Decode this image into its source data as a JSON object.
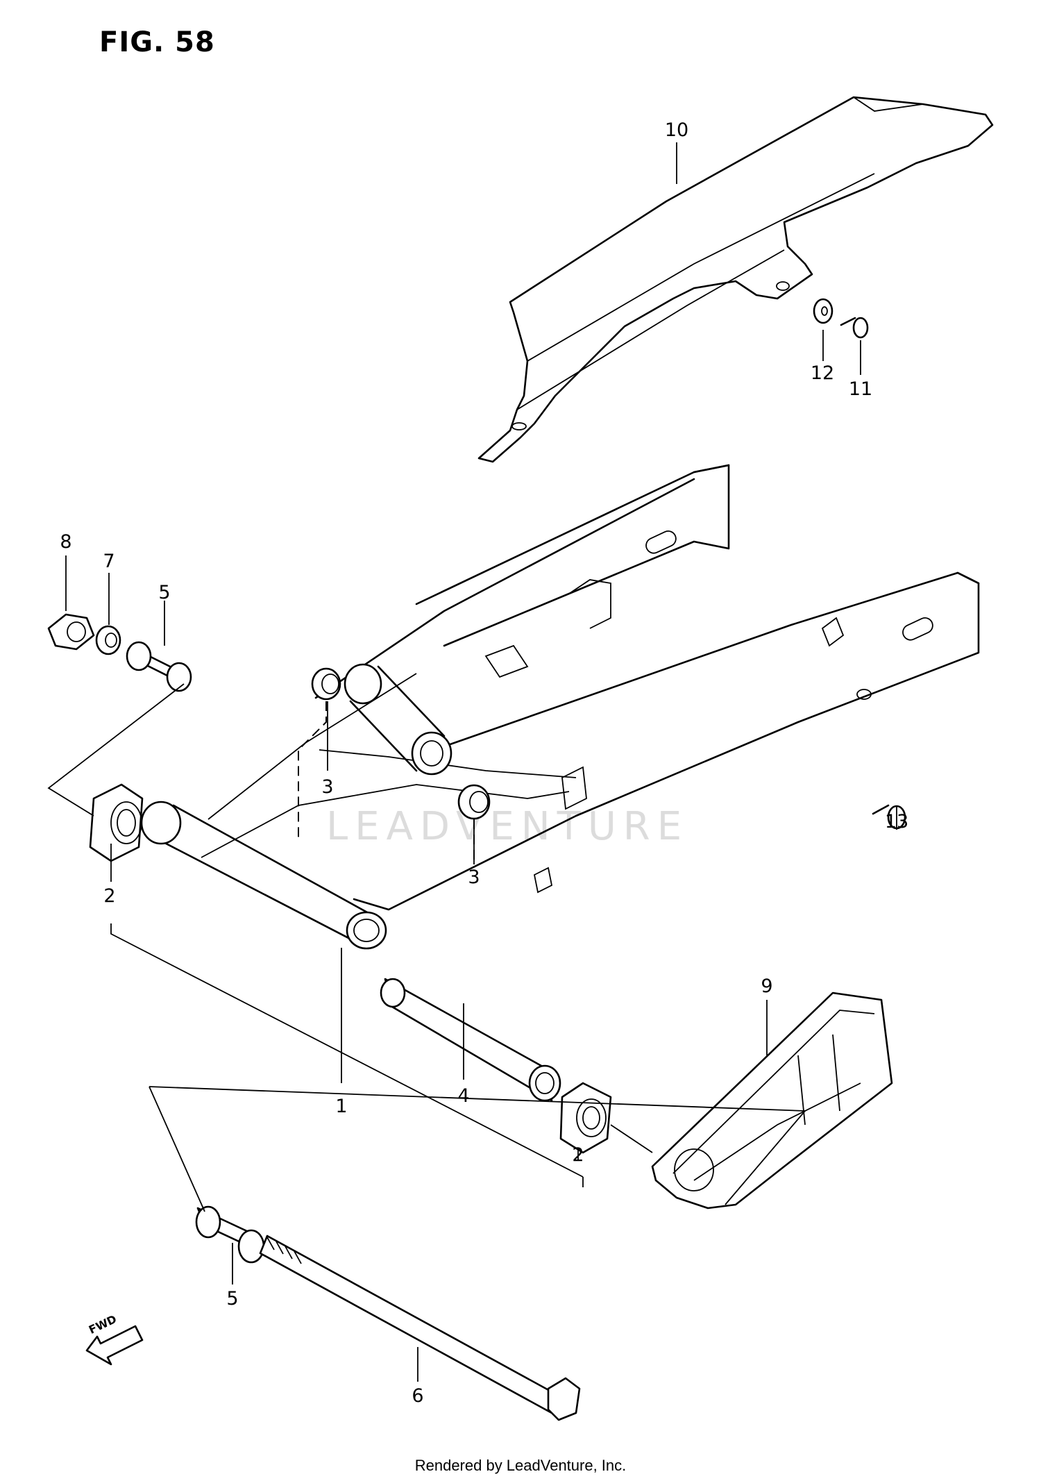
{
  "figure": {
    "title": "FIG. 58",
    "footer": "Rendered by LeadVenture, Inc.",
    "watermark": "LEADVENTURE",
    "direction_arrow_label": "FWD"
  },
  "callouts": [
    {
      "id": "c10",
      "label": "10"
    },
    {
      "id": "c12",
      "label": "12"
    },
    {
      "id": "c11",
      "label": "11"
    },
    {
      "id": "c8",
      "label": "8"
    },
    {
      "id": "c7",
      "label": "7"
    },
    {
      "id": "c5a",
      "label": "5"
    },
    {
      "id": "c3a",
      "label": "3"
    },
    {
      "id": "c3b",
      "label": "3"
    },
    {
      "id": "c13",
      "label": "13"
    },
    {
      "id": "c2a",
      "label": "2"
    },
    {
      "id": "c1",
      "label": "1"
    },
    {
      "id": "c9",
      "label": "9"
    },
    {
      "id": "c4",
      "label": "4"
    },
    {
      "id": "c2b",
      "label": "2"
    },
    {
      "id": "c5b",
      "label": "5"
    },
    {
      "id": "c6",
      "label": "6"
    }
  ]
}
